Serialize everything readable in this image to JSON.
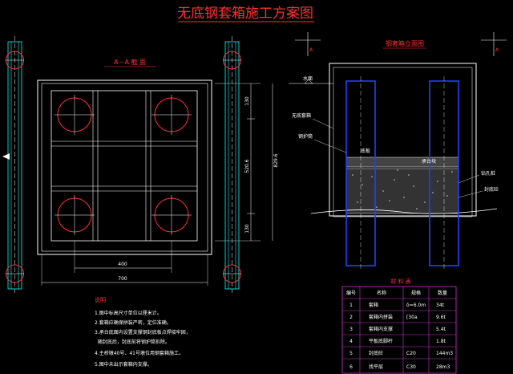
{
  "title": "无底钢套箱施工方案图",
  "section_aa": {
    "title": "A－A 截 面",
    "dim_top": "130",
    "dim_mid": "520.6",
    "dim_bottom": "130",
    "dim_total": "829.6",
    "dim_inner": "400",
    "dim_outer": "700"
  },
  "elevation": {
    "title": "钢套箱立面图",
    "marker_left": "A",
    "marker_right": "A",
    "water_level": "水面",
    "label_box": "无底套箱",
    "label_casing": "钢护筒",
    "label_bottom": "底板",
    "label_fill": "承台块",
    "label_pile": "钻孔桩",
    "label_seal": "封底砼"
  },
  "notes": {
    "heading": "说明",
    "items": [
      "1.图中标高尺寸单位以厘米计。",
      "2.套箱应确保拼装严密，定位准确。",
      "3.承台底面内设置支撑钢封底板点焊接牢固，",
      "  随封底后，封底前将钢护筒拆除。",
      "4.主桥墩40号、41号墩位用钢套箱施工。",
      "5.图中未出示套箱内支撑。"
    ]
  },
  "materials": {
    "title": "材 料 表",
    "headers": [
      "编号",
      "名称",
      "规格",
      "数量"
    ],
    "rows": [
      [
        "1",
        "套箱",
        "δ=6.0m",
        "34t"
      ],
      [
        "2",
        "套箱内拼装",
        "[30a",
        "9.6t"
      ],
      [
        "3",
        "套箱内支撑",
        "",
        "5.4t"
      ],
      [
        "4",
        "平板底脚杆",
        "",
        "1.8t"
      ],
      [
        "5",
        "封底砼",
        "C20",
        "144m3"
      ],
      [
        "6",
        "找平层",
        "C30",
        "28m3"
      ]
    ]
  },
  "colors": {
    "background": "#000000",
    "line_white": "#ffffff",
    "line_red": "#ff3030",
    "line_cyan": "#00ffff",
    "line_blue": "#2040ff",
    "line_magenta": "#cc33cc",
    "line_yellow": "#ffff00",
    "line_green": "#00ff00"
  }
}
